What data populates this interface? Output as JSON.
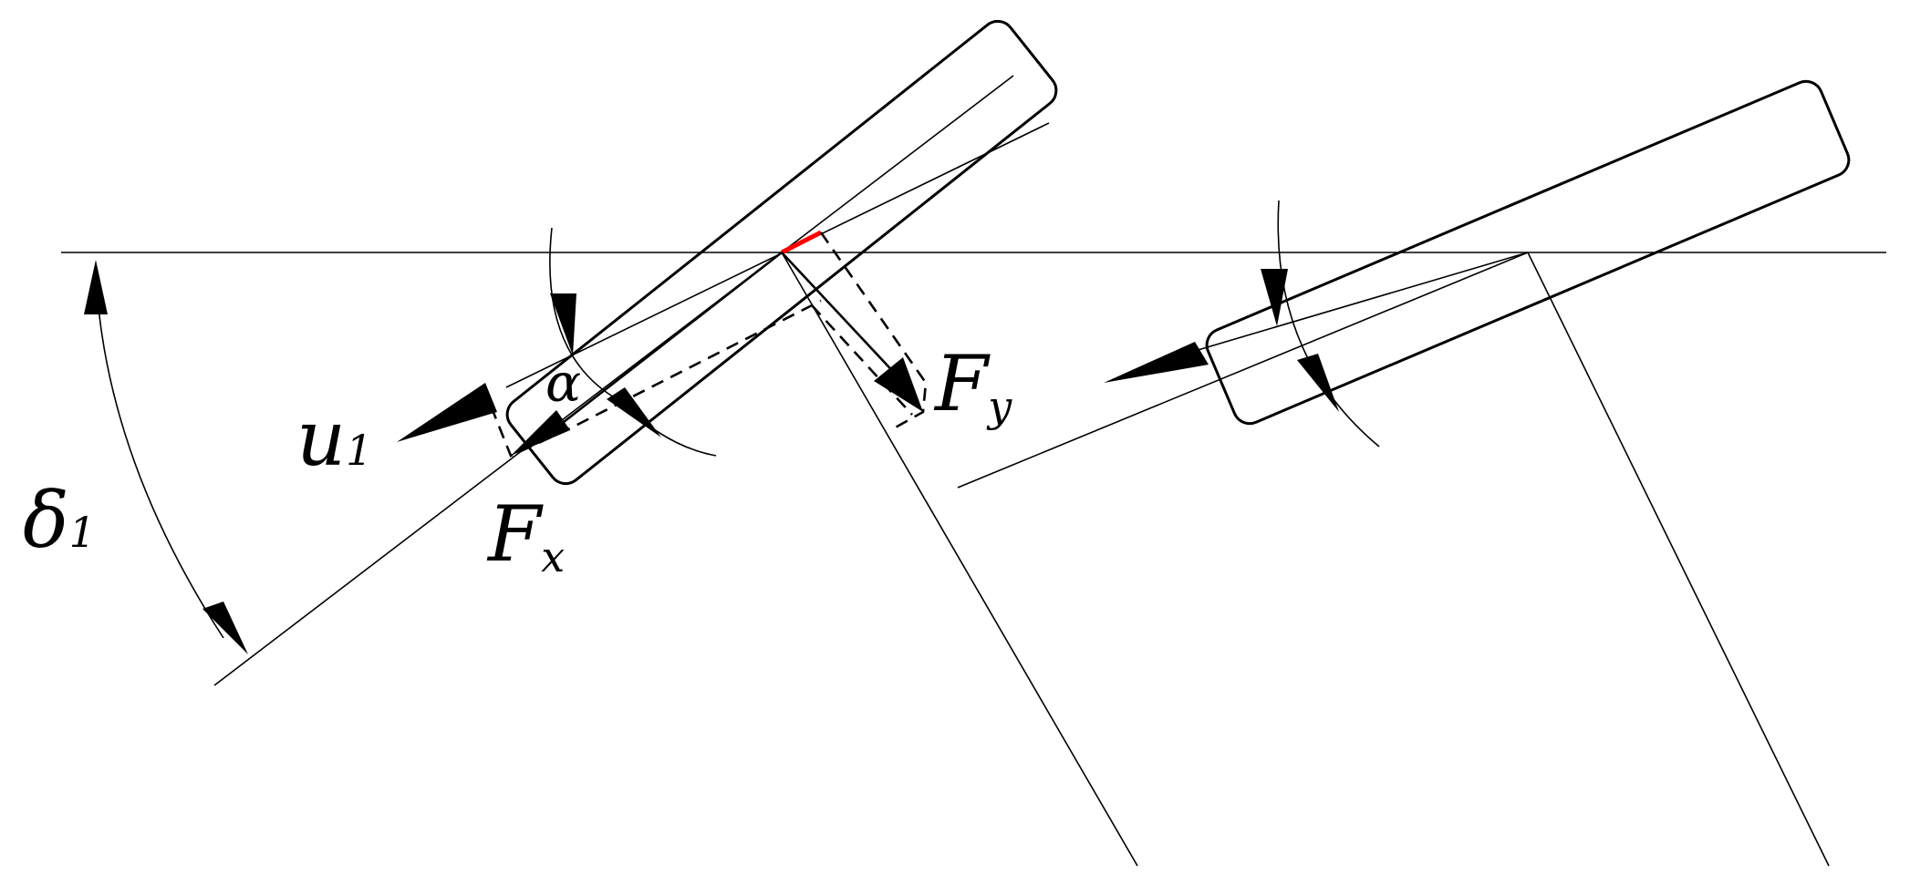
{
  "labels": {
    "u": "u",
    "u_sub": "1",
    "delta": "δ",
    "delta_sub": "1",
    "alpha": "α",
    "fx": "F",
    "fx_sub": "x",
    "fy": "F",
    "fy_sub": "y"
  },
  "colors": {
    "ink": "#000000",
    "highlight": "#ff0000"
  }
}
